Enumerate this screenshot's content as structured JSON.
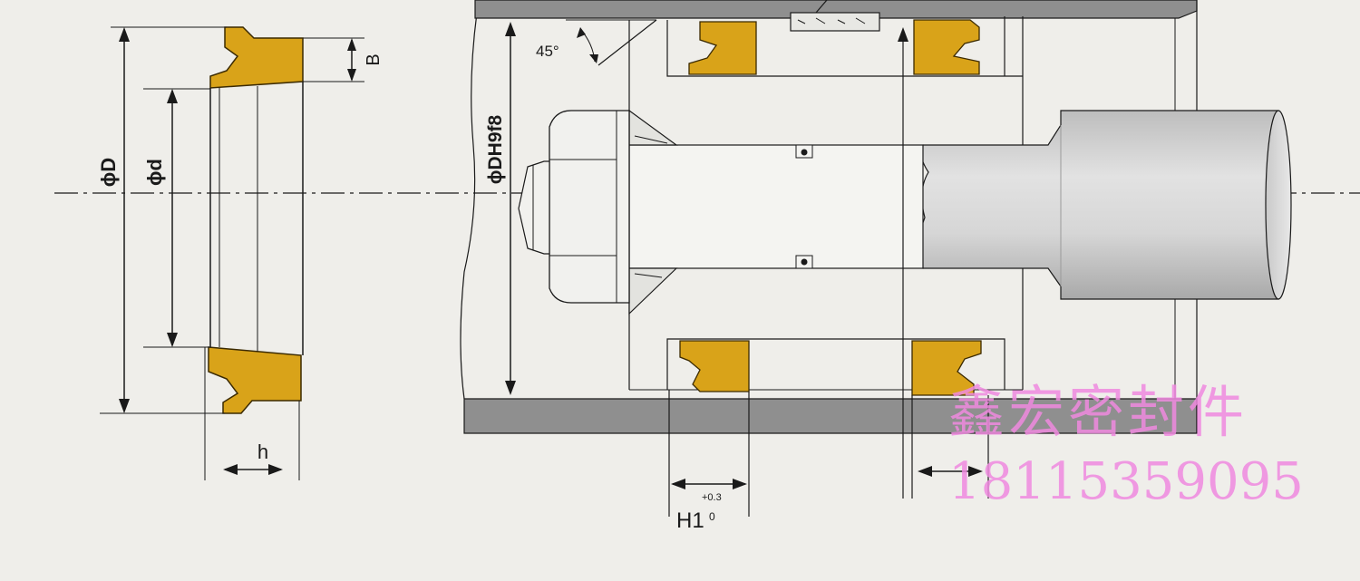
{
  "labels": {
    "outer_diameter": "ϕD",
    "inner_diameter": "ϕd",
    "seal_width": "B",
    "seal_height": "h",
    "bore_diameter": "ϕDH9f8",
    "chamfer_angle": "45°",
    "groove_width_base": "H1",
    "groove_width_sub": "0",
    "groove_width_sup": "+0.3"
  },
  "watermark": {
    "company": "鑫宏密封件",
    "phone": "18115359095"
  },
  "colors": {
    "background": "#efeeea",
    "seal": "#d9a319",
    "steel": "#8f8f8f",
    "rod": "#cfcfcf",
    "line": "#1a1a1a",
    "watermark": "#f08ae0"
  }
}
